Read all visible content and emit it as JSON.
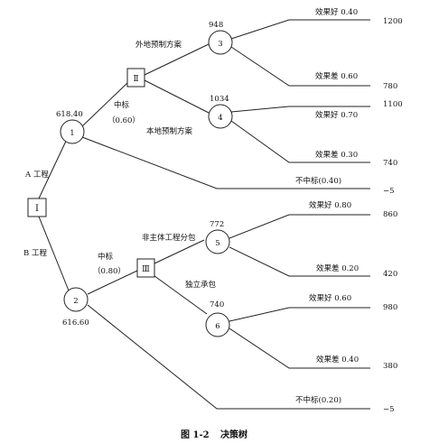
{
  "tree": {
    "root_label": "Ⅰ",
    "decision2_label": "Ⅱ",
    "decision3_label": "Ⅲ",
    "node1_label": "1",
    "node2_label": "2",
    "node3_label": "3",
    "node4_label": "4",
    "node5_label": "5",
    "node6_label": "6",
    "node1_value": "618.40",
    "node2_value": "616.60",
    "node3_value": "948",
    "node4_value": "1034",
    "node5_value": "772",
    "node6_value": "740",
    "branch_a": "A 工程",
    "branch_b": "B 工程",
    "win_a": "中标",
    "win_a_p": "（0.60）",
    "win_b": "中标",
    "win_b_p": "（0.80）",
    "lose_a": "不中标(0.40)",
    "lose_b": "不中标(0.20)",
    "opt_a1": "外地预制方案",
    "opt_a2": "本地预制方案",
    "opt_b1": "非主体工程分包",
    "opt_b2": "独立承包",
    "o3_good": "效果好 0.40",
    "o3_bad": "效果差 0.60",
    "o4_good": "效果好 0.70",
    "o4_bad": "效果差 0.30",
    "o5_good": "效果好 0.80",
    "o5_bad": "效果差 0.20",
    "o6_good": "效果好 0.60",
    "o6_bad": "效果差 0.40",
    "v3_good": "1200",
    "v3_bad": "780",
    "v4_good": "1100",
    "v4_bad": "740",
    "v_lose_a": "−5",
    "v5_good": "860",
    "v5_bad": "420",
    "v6_good": "980",
    "v6_bad": "380",
    "v_lose_b": "−5"
  },
  "caption": {
    "fig": "图 1-2",
    "title": "决策树"
  }
}
